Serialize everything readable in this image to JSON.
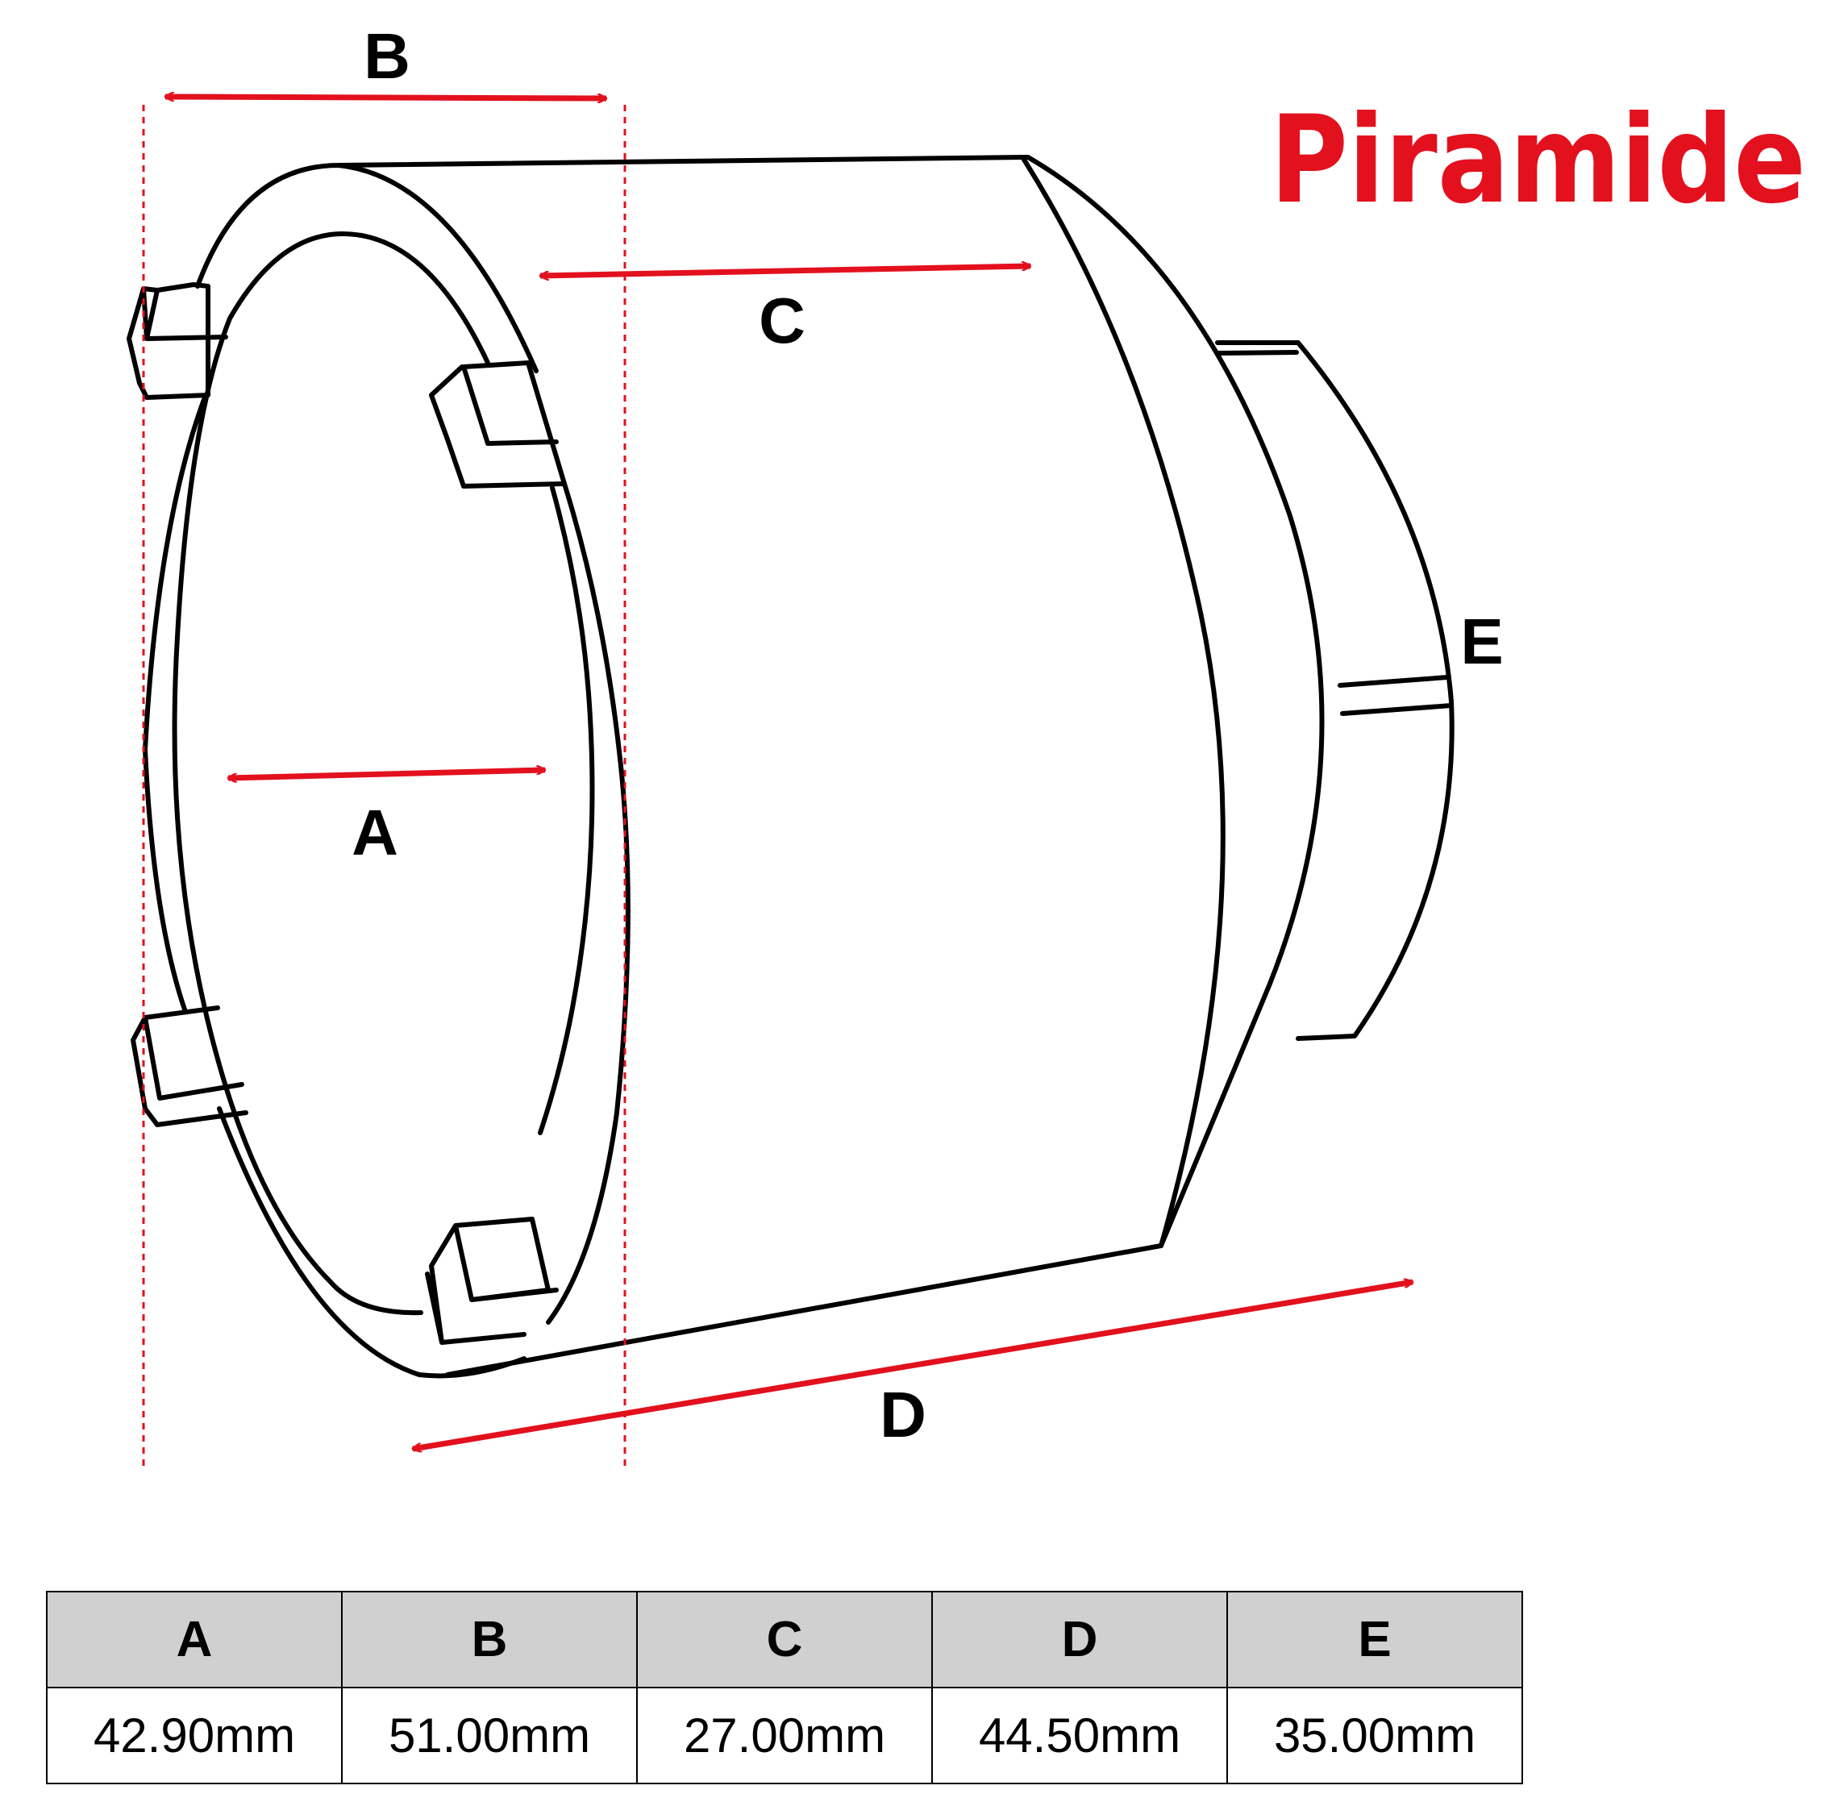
{
  "brand": {
    "logo_text": "Piramide",
    "color": "#e3101e"
  },
  "colors": {
    "outline": "#000000",
    "dimension_arrow": "#e3101e",
    "table_header_bg": "#d0d0d0"
  },
  "labels": {
    "a": "A",
    "b": "B",
    "c": "C",
    "d": "D",
    "e": "E"
  },
  "table": {
    "headers": [
      "A",
      "B",
      "C",
      "D",
      "E"
    ],
    "values": [
      "42.90mm",
      "51.00mm",
      "27.00mm",
      "44.50mm",
      "35.00mm"
    ]
  }
}
